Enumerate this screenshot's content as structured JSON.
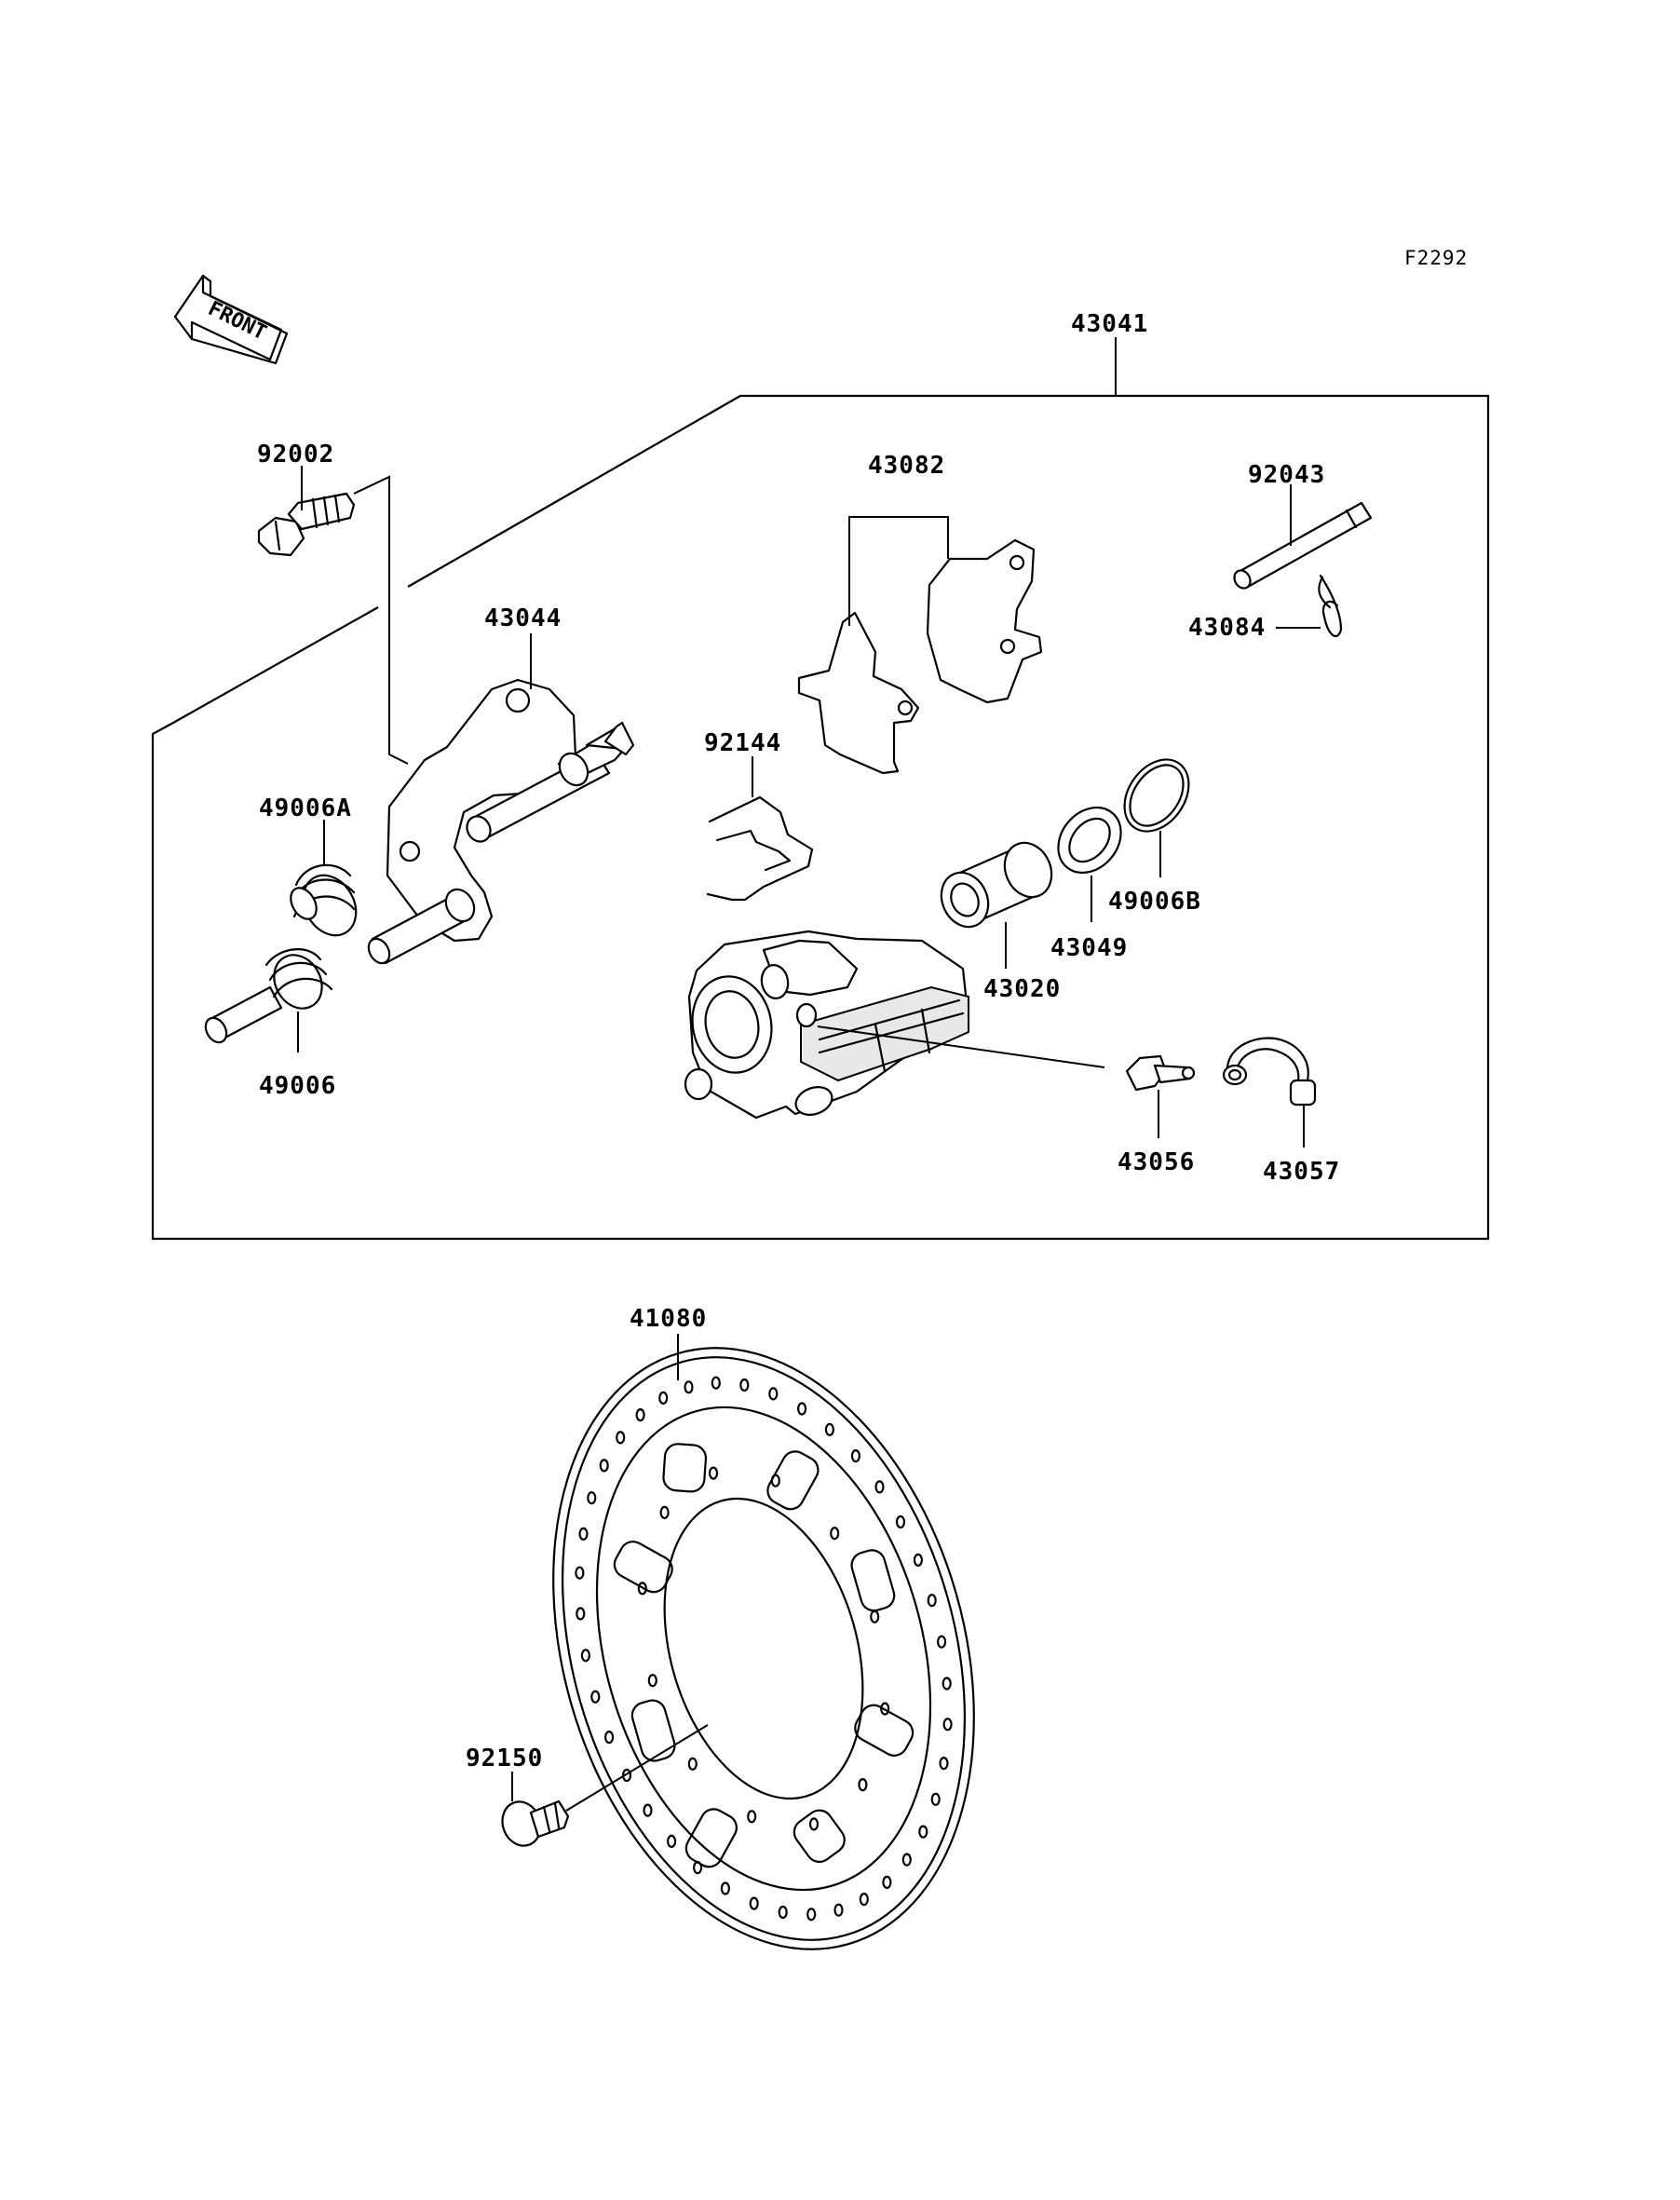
{
  "diagram_code": "F2292",
  "front_label": "FRONT",
  "assembly_label": "43041",
  "parts": {
    "p92002": "92002",
    "p43082": "43082",
    "p92043": "92043",
    "p43084": "43084",
    "p43044": "43044",
    "p92144": "92144",
    "p49006A": "49006A",
    "p49006B": "49006B",
    "p43049": "43049",
    "p43020": "43020",
    "p49006": "49006",
    "p43056": "43056",
    "p43057": "43057",
    "p41080": "41080",
    "p92150": "92150"
  }
}
